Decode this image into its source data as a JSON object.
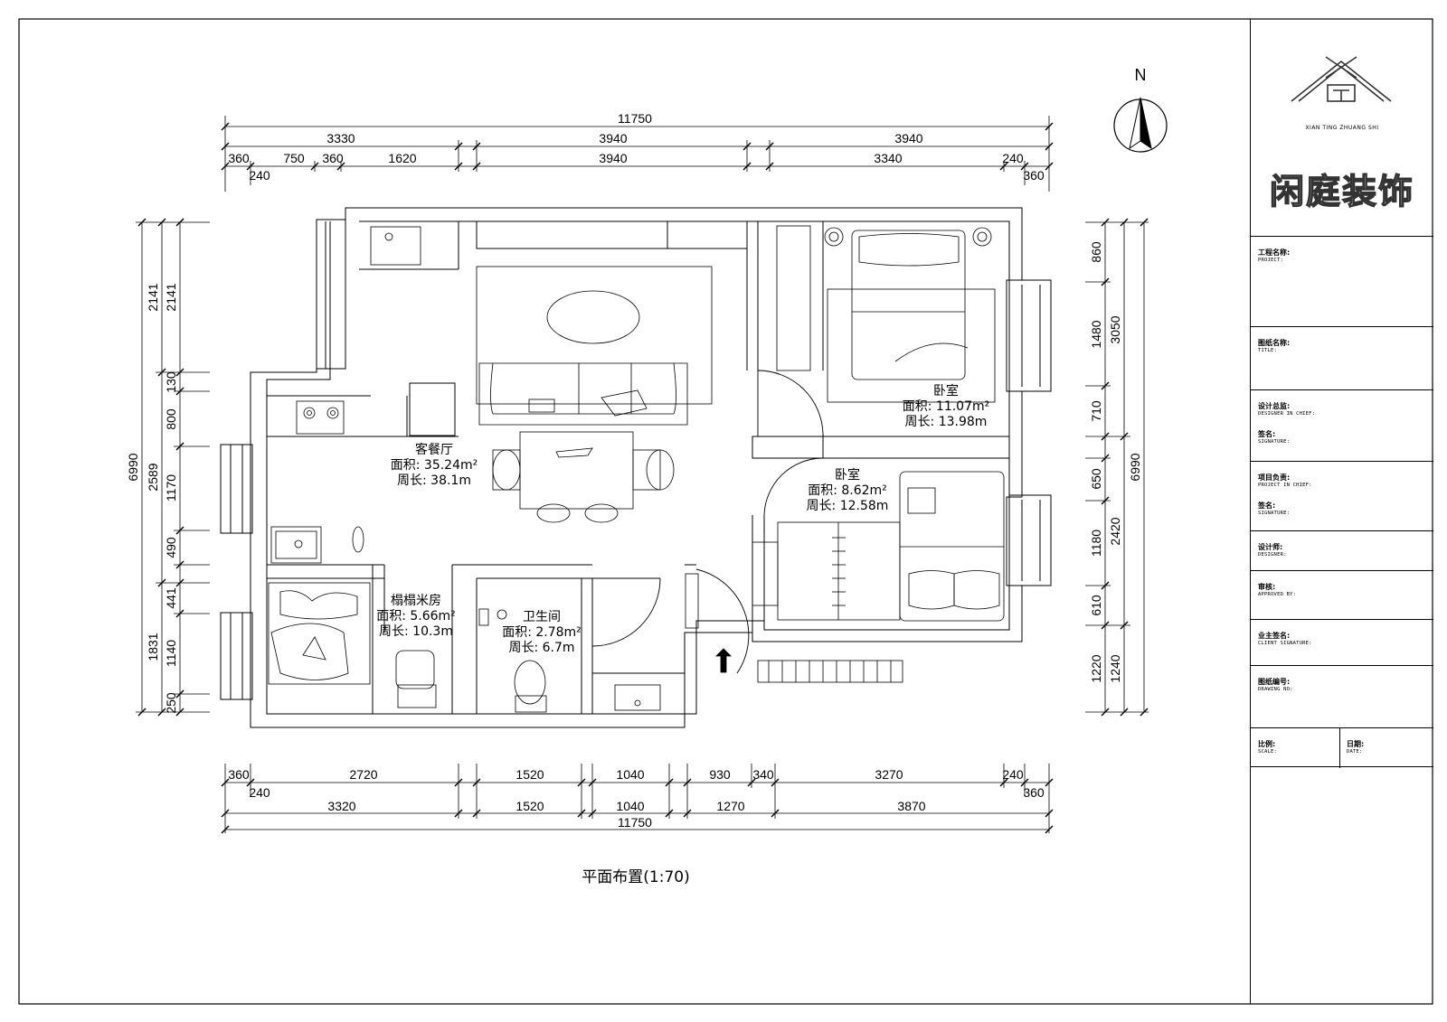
{
  "drawing": {
    "caption": "平面布置(1:70)",
    "north": "N"
  },
  "dimensions": {
    "top_total": "11750",
    "top_mid": [
      "3330",
      "3940",
      "3940"
    ],
    "top_detail": [
      "360",
      "750",
      "360",
      "1620",
      "3940",
      "3340",
      "240"
    ],
    "top_sub": [
      "240",
      "360"
    ],
    "bottom_detail": [
      "360",
      "2720",
      "1520",
      "1040",
      "930",
      "340",
      "3270",
      "240"
    ],
    "bottom_sub": [
      "240",
      "360"
    ],
    "bottom_mid": [
      "3320",
      "1520",
      "1040",
      "1270",
      "3870"
    ],
    "bottom_total": "11750",
    "left_total": "6990",
    "left_mid": [
      "2141",
      "2589",
      "1831"
    ],
    "left_detail": [
      "2141",
      "130",
      "800",
      "1170",
      "490",
      "441",
      "1140",
      "250"
    ],
    "right_total": "6990",
    "right_mid": [
      "3050",
      "2420",
      "1240"
    ],
    "right_detail": [
      "860",
      "1480",
      "710",
      "650",
      "1180",
      "610",
      "1220"
    ]
  },
  "rooms": [
    {
      "name": "客餐厅",
      "area": "面积: 35.24m²",
      "perimeter": "周长: 38.1m"
    },
    {
      "name": "卧室",
      "area": "面积: 11.07m²",
      "perimeter": "周长: 13.98m"
    },
    {
      "name": "卧室",
      "area": "面积: 8.62m²",
      "perimeter": "周长: 12.58m"
    },
    {
      "name": "榻榻米房",
      "area": "面积: 5.66m²",
      "perimeter": "周长: 10.3m"
    },
    {
      "name": "卫生间",
      "area": "面积: 2.78m²",
      "perimeter": "周长: 6.7m"
    }
  ],
  "title_block": {
    "logo_sub": "XIAN TING ZHUANG SHI",
    "logo_brand": "闲庭装饰",
    "fields": [
      {
        "cn": "工程名称:",
        "en": "PROJECT:"
      },
      {
        "cn": "图纸名称:",
        "en": "TITLE:"
      },
      {
        "cn": "设计总监:",
        "en": "DESIGNER IN CHIEF:"
      },
      {
        "cn": "签名:",
        "en": "SIGNATURE:"
      },
      {
        "cn": "项目负责:",
        "en": "PROJECT IN CHIEF:"
      },
      {
        "cn": "签名:",
        "en": "SIGNATURE:"
      },
      {
        "cn": "设计师:",
        "en": "DESIGNER:"
      },
      {
        "cn": "审核:",
        "en": "APPROVED BY:"
      },
      {
        "cn": "业主签名:",
        "en": "CLIENT SIGNATURE:"
      },
      {
        "cn": "图纸编号:",
        "en": "DRAWING NO:"
      },
      {
        "cn": "比例:",
        "en": "SCALE:"
      },
      {
        "cn": "日期:",
        "en": "DATE:"
      }
    ]
  }
}
